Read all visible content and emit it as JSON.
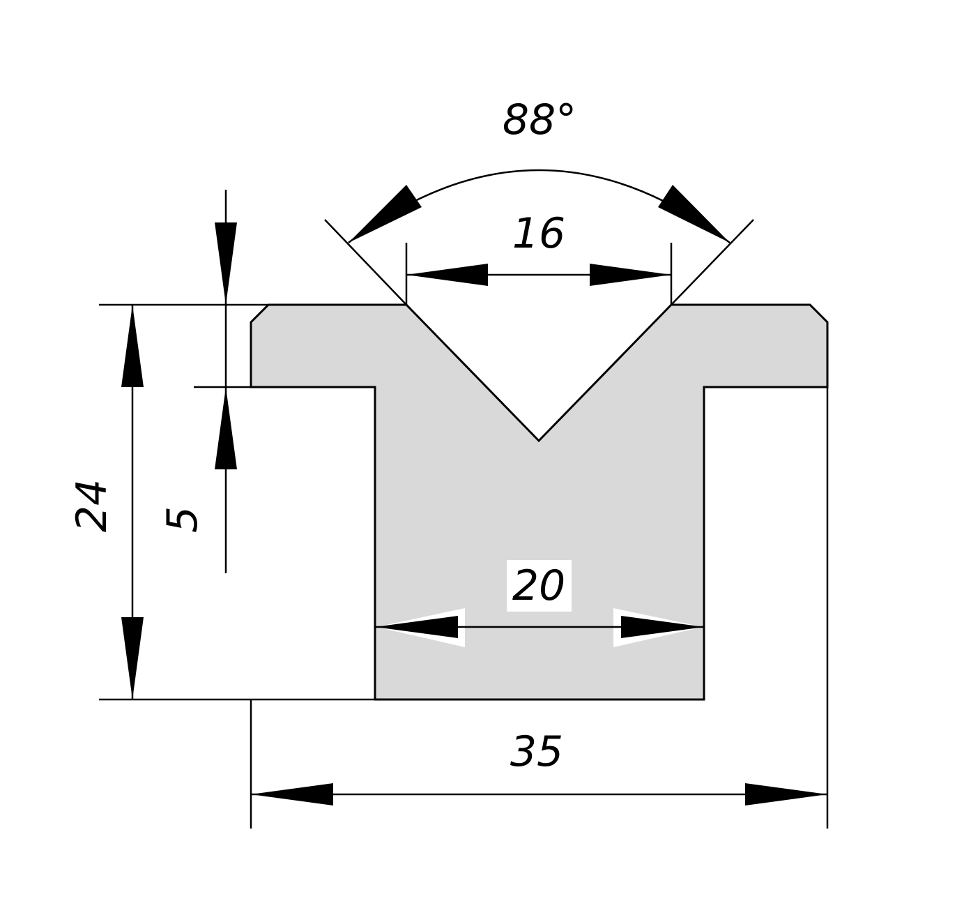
{
  "drawing": {
    "dimensions": {
      "angle": "88°",
      "v_width": "16",
      "height_total": "24",
      "top_thickness": "5",
      "inner_width": "20",
      "overall_width": "35"
    },
    "colors": {
      "profile_fill": "#d9d9d9",
      "line": "#000000",
      "background": "#ffffff"
    }
  }
}
